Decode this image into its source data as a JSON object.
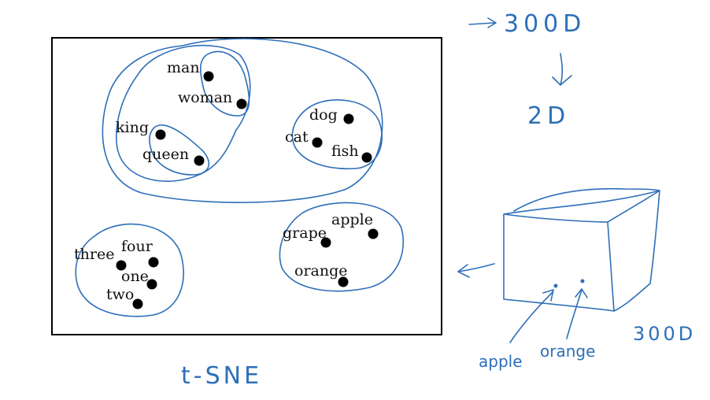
{
  "words": {
    "man": "man",
    "woman": "woman",
    "king": "king",
    "queen": "queen",
    "dog": "dog",
    "cat": "cat",
    "fish": "fish",
    "three": "three",
    "four": "four",
    "one": "one",
    "two": "two",
    "grape": "grape",
    "apple": "apple",
    "orange": "orange"
  },
  "annotations": {
    "top_right_300d": "300D",
    "top_right_2d": "2D",
    "cube_300d": "300D",
    "cube_apple": "apple",
    "cube_orange": "orange",
    "method": "t-SNE"
  },
  "colors": {
    "ink": "#2e6fb8",
    "dot": "#000000",
    "frame": "#000000"
  }
}
